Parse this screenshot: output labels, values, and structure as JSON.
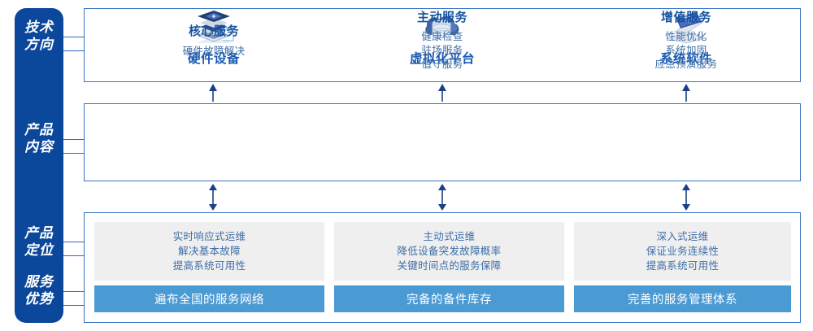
{
  "rail": {
    "labels": [
      {
        "line1": "技术",
        "line2": "方向"
      },
      {
        "line1": "产品",
        "line2": "内容"
      },
      {
        "line1": "产品",
        "line2": "定位"
      },
      {
        "line1": "服务",
        "line2": "优势"
      }
    ],
    "color": "#0b479b"
  },
  "tech": {
    "columns": [
      {
        "title": "硬件设备",
        "icon": "server-stack-icon"
      },
      {
        "title": "虚拟化平台",
        "icon": "cloud-database-icon"
      },
      {
        "title": "系统软件",
        "icon": "laptop-code-icon"
      }
    ]
  },
  "content": {
    "columns": [
      {
        "head": "核心服务",
        "lines": [
          "硬件故障解决"
        ]
      },
      {
        "head": "主动服务",
        "lines": [
          "健康检查",
          "驻场服务",
          "值守服务"
        ]
      },
      {
        "head": "增值服务",
        "lines": [
          "性能优化",
          "系统加固",
          "应急预演服务"
        ]
      }
    ]
  },
  "positioning": {
    "cards": [
      {
        "lines": [
          "实时响应式运维",
          "解决基本故障",
          "提高系统可用性"
        ]
      },
      {
        "lines": [
          "主动式运维",
          "降低设备突发故障概率",
          "关键时间点的服务保障"
        ]
      },
      {
        "lines": [
          "深入式运维",
          "保证业务连续性",
          "提高系统可用性"
        ]
      }
    ]
  },
  "advantages": {
    "bars": [
      {
        "label": "遍布全国的服务网络"
      },
      {
        "label": "完备的备件库存"
      },
      {
        "label": "完善的服务管理体系"
      }
    ]
  },
  "colors": {
    "rail_blue": "#0b479b",
    "panel_border": "#3a74c4",
    "title_blue": "#1a5ab3",
    "body_blue": "#3e6ea8",
    "card_grey": "#efefef",
    "bar_blue": "#4a9ad4",
    "arrow_blue": "#1b3f87"
  }
}
